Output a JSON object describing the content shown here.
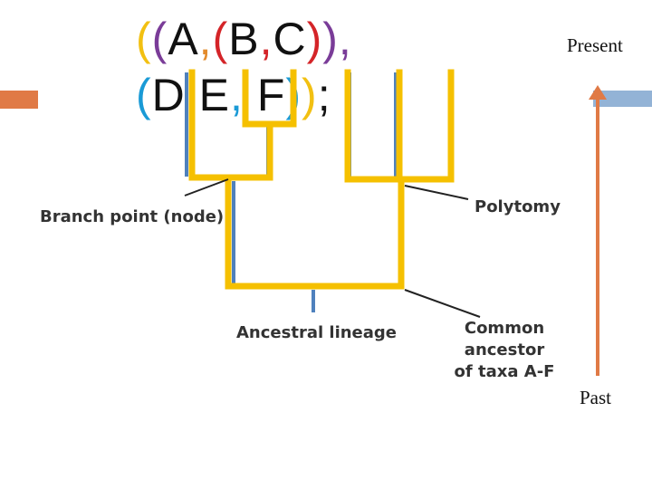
{
  "newick": {
    "tokens": [
      {
        "t": "(",
        "c": "#f2c012"
      },
      {
        "t": "(",
        "c": "#7a3c98"
      },
      {
        "t": "A",
        "c": "#111111"
      },
      {
        "t": ",",
        "c": "#e38b2c"
      },
      {
        "t": "(",
        "c": "#d42428"
      },
      {
        "t": "B",
        "c": "#111111"
      },
      {
        "t": ",",
        "c": "#d42428"
      },
      {
        "t": "C",
        "c": "#111111"
      },
      {
        "t": ")",
        "c": "#d42428"
      },
      {
        "t": ")",
        "c": "#7a3c98"
      },
      {
        "t": ",",
        "c": "#7a3c98"
      },
      {
        "t": "(",
        "c": "#1a9ad6"
      },
      {
        "t": "D",
        "c": "#111111"
      },
      {
        "t": ",",
        "c": "#1a9ad6"
      },
      {
        "t": "E",
        "c": "#111111"
      },
      {
        "t": ",",
        "c": "#1a9ad6"
      },
      {
        "t": " F",
        "c": "#111111"
      },
      {
        "t": ")",
        "c": "#1a9ad6"
      },
      {
        "t": ")",
        "c": "#f2c012"
      },
      {
        "t": ";",
        "c": "#111111"
      }
    ]
  },
  "labels": {
    "present": "Present",
    "past": "Past",
    "branch_point": "Branch point (node)",
    "polytomy": "Polytomy",
    "ancestral_lineage": "Ancestral lineage",
    "common_ancestor_line1": "Common ancestor",
    "common_ancestor_line2": "of taxa A-F"
  },
  "colors": {
    "tree_yellow": "#f5c000",
    "tree_blue": "#4f81bd",
    "arrow_orange": "#e07a46",
    "accent_orange_bar": "#e07a46",
    "accent_blue_bar": "#93b3d6",
    "pointer_line": "#222222"
  }
}
